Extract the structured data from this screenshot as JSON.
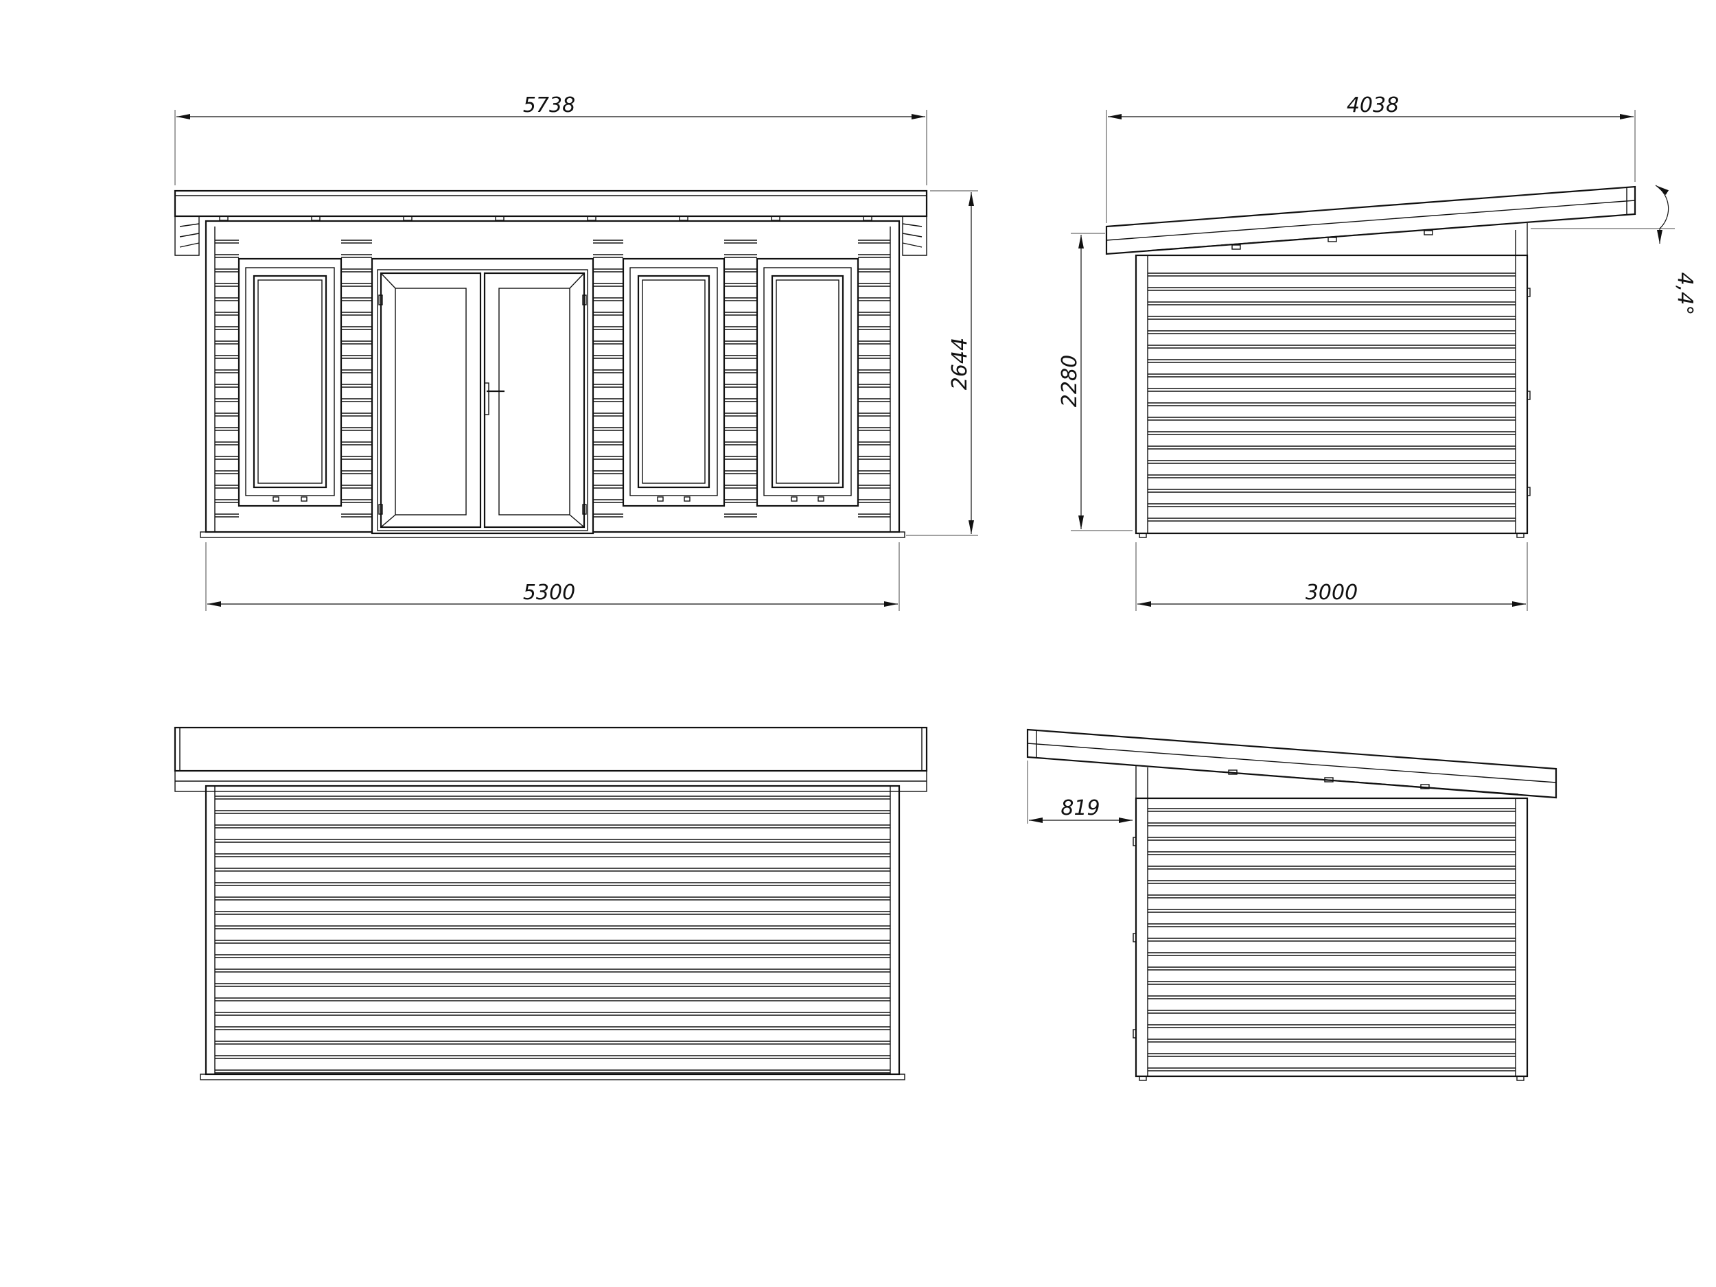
{
  "dimensions": {
    "front_total_width": "5738",
    "front_wall_width": "5300",
    "front_height": "2644",
    "side_total_width": "4038",
    "side_wall_width": "3000",
    "side_height": "2280",
    "roof_slope": "4,4°",
    "overhang": "819"
  },
  "colors": {
    "line": "#111111",
    "background": "#ffffff"
  }
}
